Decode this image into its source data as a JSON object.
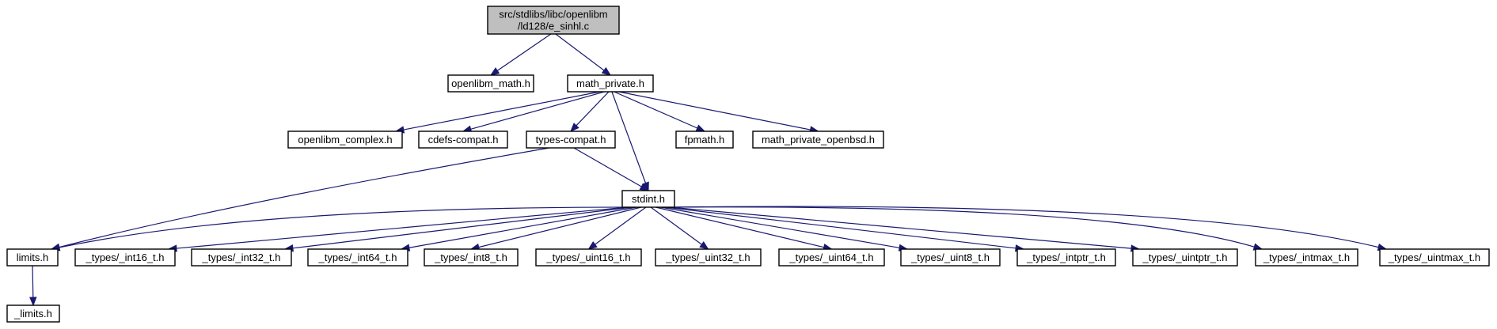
{
  "diagram": {
    "colors": {
      "edge": "#191970",
      "node_border": "#000000",
      "node_fill": "#ffffff",
      "root_fill": "#bfbfbf",
      "background": "#ffffff"
    },
    "nodes": [
      {
        "id": "root",
        "label_lines": [
          "src/stdlibs/libc/openlibm",
          "/ld128/e_sinhl.c"
        ],
        "root": true
      },
      {
        "id": "openlibm_math",
        "label_lines": [
          "openlibm_math.h"
        ]
      },
      {
        "id": "math_private",
        "label_lines": [
          "math_private.h"
        ]
      },
      {
        "id": "openlibm_complex",
        "label_lines": [
          "openlibm_complex.h"
        ]
      },
      {
        "id": "cdefs_compat",
        "label_lines": [
          "cdefs-compat.h"
        ]
      },
      {
        "id": "types_compat",
        "label_lines": [
          "types-compat.h"
        ]
      },
      {
        "id": "fpmath",
        "label_lines": [
          "fpmath.h"
        ]
      },
      {
        "id": "math_private_openbsd",
        "label_lines": [
          "math_private_openbsd.h"
        ]
      },
      {
        "id": "stdint",
        "label_lines": [
          "stdint.h"
        ]
      },
      {
        "id": "limits",
        "label_lines": [
          "limits.h"
        ]
      },
      {
        "id": "int16",
        "label_lines": [
          "_types/_int16_t.h"
        ]
      },
      {
        "id": "int32",
        "label_lines": [
          "_types/_int32_t.h"
        ]
      },
      {
        "id": "int64",
        "label_lines": [
          "_types/_int64_t.h"
        ]
      },
      {
        "id": "int8",
        "label_lines": [
          "_types/_int8_t.h"
        ]
      },
      {
        "id": "uint16",
        "label_lines": [
          "_types/_uint16_t.h"
        ]
      },
      {
        "id": "uint32",
        "label_lines": [
          "_types/_uint32_t.h"
        ]
      },
      {
        "id": "uint64",
        "label_lines": [
          "_types/_uint64_t.h"
        ]
      },
      {
        "id": "uint8",
        "label_lines": [
          "_types/_uint8_t.h"
        ]
      },
      {
        "id": "intptr",
        "label_lines": [
          "_types/_intptr_t.h"
        ]
      },
      {
        "id": "uintptr",
        "label_lines": [
          "_types/_uintptr_t.h"
        ]
      },
      {
        "id": "intmax",
        "label_lines": [
          "_types/_intmax_t.h"
        ]
      },
      {
        "id": "uintmax",
        "label_lines": [
          "_types/_uintmax_t.h"
        ]
      },
      {
        "id": "_limits",
        "label_lines": [
          "_limits.h"
        ]
      }
    ],
    "edges": [
      {
        "from": "root",
        "to": "openlibm_math"
      },
      {
        "from": "root",
        "to": "math_private"
      },
      {
        "from": "math_private",
        "to": "openlibm_complex"
      },
      {
        "from": "math_private",
        "to": "cdefs_compat"
      },
      {
        "from": "math_private",
        "to": "types_compat"
      },
      {
        "from": "math_private",
        "to": "stdint"
      },
      {
        "from": "math_private",
        "to": "fpmath"
      },
      {
        "from": "math_private",
        "to": "math_private_openbsd"
      },
      {
        "from": "types_compat",
        "to": "limits"
      },
      {
        "from": "types_compat",
        "to": "stdint"
      },
      {
        "from": "stdint",
        "to": "limits"
      },
      {
        "from": "stdint",
        "to": "int16"
      },
      {
        "from": "stdint",
        "to": "int32"
      },
      {
        "from": "stdint",
        "to": "int64"
      },
      {
        "from": "stdint",
        "to": "int8"
      },
      {
        "from": "stdint",
        "to": "uint16"
      },
      {
        "from": "stdint",
        "to": "uint32"
      },
      {
        "from": "stdint",
        "to": "uint64"
      },
      {
        "from": "stdint",
        "to": "uint8"
      },
      {
        "from": "stdint",
        "to": "intptr"
      },
      {
        "from": "stdint",
        "to": "uintptr"
      },
      {
        "from": "stdint",
        "to": "intmax"
      },
      {
        "from": "stdint",
        "to": "uintmax"
      },
      {
        "from": "limits",
        "to": "_limits"
      }
    ]
  }
}
